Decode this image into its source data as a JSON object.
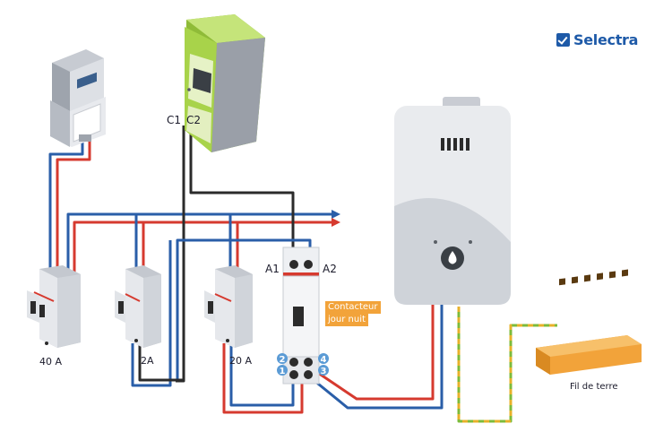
{
  "brand": {
    "name": "Selectra",
    "color": "#1e5aa8"
  },
  "labels": {
    "c1": "C1",
    "c2": "C2",
    "a1": "A1",
    "a2": "A2",
    "breaker_40": "40 A",
    "breaker_2": "2A",
    "breaker_20": "20 A",
    "contactor_line1": "Contacteur",
    "contactor_line2": "jour nuit",
    "ground": "Fil de terre"
  },
  "terminals": [
    "1",
    "2",
    "3",
    "4"
  ],
  "colors": {
    "red": "#d63a2f",
    "blue": "#2a5ea8",
    "black": "#2b2b2b",
    "ground_green": "#7dbb3a",
    "ground_yellow": "#e8b12a",
    "meter_green": "#a8d34a",
    "accent_orange": "#f2a33a"
  }
}
